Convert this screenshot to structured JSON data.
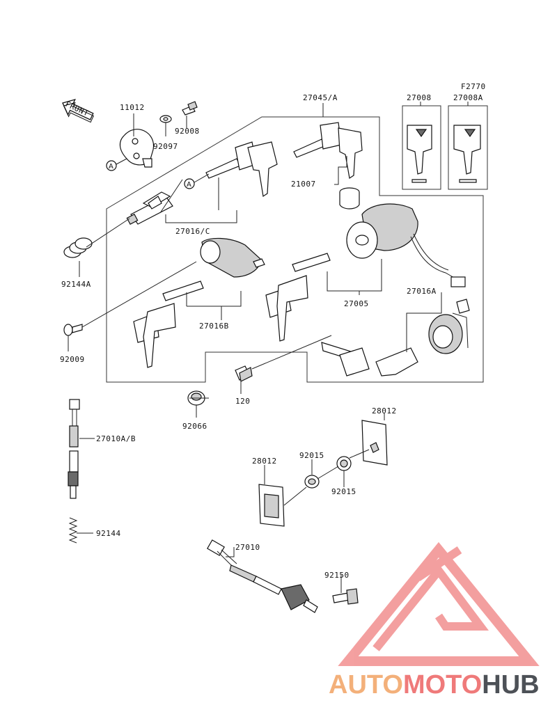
{
  "diagram": {
    "figure_code": "F2770",
    "front_label": "FRONT",
    "reference_mark": "A",
    "callouts": [
      {
        "id": "11012",
        "text": "11012"
      },
      {
        "id": "92008",
        "text": "92008"
      },
      {
        "id": "92097",
        "text": "92097"
      },
      {
        "id": "27045A",
        "text": "27045/A"
      },
      {
        "id": "27008",
        "text": "27008"
      },
      {
        "id": "27008A",
        "text": "27008A"
      },
      {
        "id": "21007",
        "text": "21007"
      },
      {
        "id": "27016C",
        "text": "27016/C"
      },
      {
        "id": "92144A",
        "text": "92144A"
      },
      {
        "id": "27016B",
        "text": "27016B"
      },
      {
        "id": "27005",
        "text": "27005"
      },
      {
        "id": "27016A",
        "text": "27016A"
      },
      {
        "id": "92009",
        "text": "92009"
      },
      {
        "id": "120",
        "text": "120"
      },
      {
        "id": "92066",
        "text": "92066"
      },
      {
        "id": "28012_right",
        "text": "28012"
      },
      {
        "id": "27010AB",
        "text": "27010A/B"
      },
      {
        "id": "28012_left",
        "text": "28012"
      },
      {
        "id": "92015_top",
        "text": "92015"
      },
      {
        "id": "92015_bottom",
        "text": "92015"
      },
      {
        "id": "92144",
        "text": "92144"
      },
      {
        "id": "27010",
        "text": "27010"
      },
      {
        "id": "92150",
        "text": "92150"
      }
    ]
  },
  "watermark": {
    "part1": "AUTO",
    "part2": "MOTO",
    "part3": "HUB",
    "colors": {
      "auto": "#f3b07a",
      "moto": "#ef7a7a",
      "hub": "#4d5157",
      "triangle": "#f08080"
    }
  }
}
